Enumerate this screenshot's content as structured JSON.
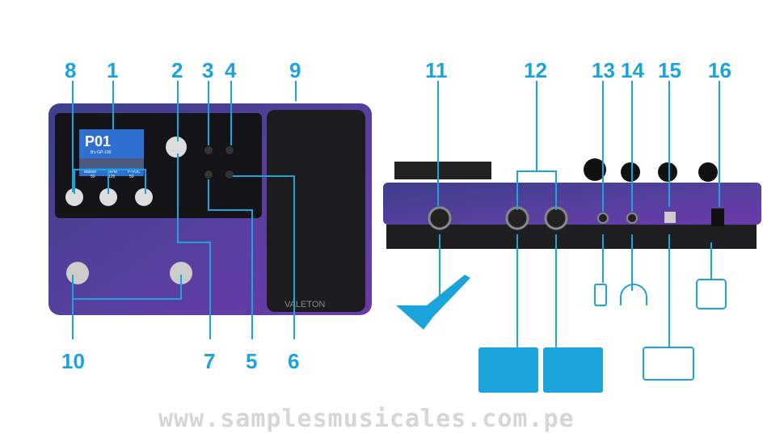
{
  "callouts": {
    "n1": "1",
    "n2": "2",
    "n3": "3",
    "n4": "4",
    "n5": "5",
    "n6": "6",
    "n7": "7",
    "n8": "8",
    "n9": "9",
    "n10": "10",
    "n11": "11",
    "n12": "12",
    "n13": "13",
    "n14": "14",
    "n15": "15",
    "n16": "16"
  },
  "screen": {
    "preset": "P01",
    "name": "B's GP-100",
    "params": [
      "Master",
      "BPM",
      "P-VOL"
    ],
    "values": [
      "50",
      "120",
      "50"
    ]
  },
  "brand": "VALETON",
  "watermark": "www.samplesmusicales.com.pe",
  "colors": {
    "accent": "#1ba3dc",
    "body": "#4a3f9a"
  }
}
